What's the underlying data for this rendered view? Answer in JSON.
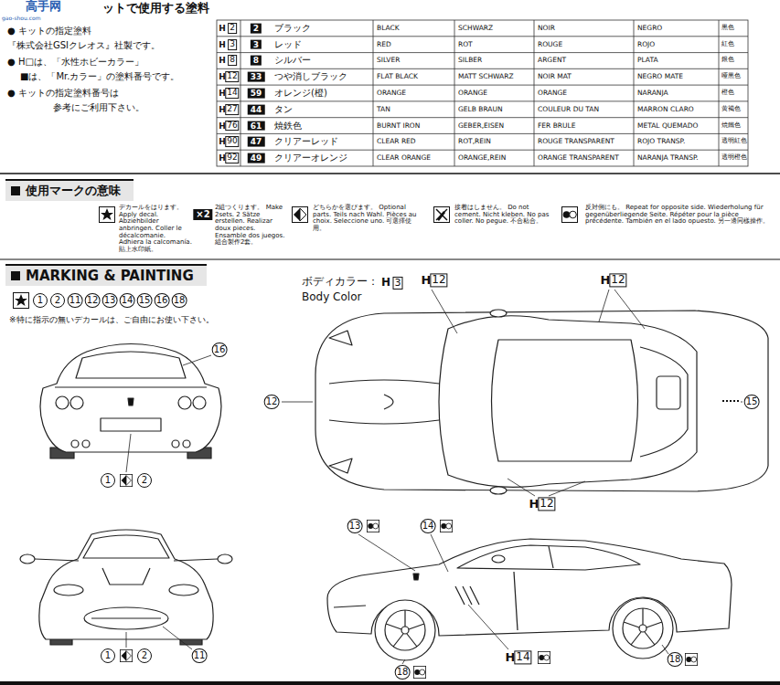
{
  "diagram": {
    "title": "ットで使用する塗料",
    "nodes": [
      {
        "text": [
          "使用マークの意味"
        ]
      },
      {
        "text": [
          "MARKING & PAINTING"
        ]
      }
    ],
    "labels": [
      "高手网",
      "gao-shou.com",
      "● キットの指定塗料",
      "『株式会社GSIクレオス』社製です。",
      "● H□は、「水性ホビーカラー」",
      "■は、「Mr.カラー」の塗料番号です。",
      "● キットの指定塗料番号は",
      "参考にご利用下さい。",
      "H",
      "2",
      "2",
      "ブラック",
      "BLACK",
      "SCHWARZ",
      "NOIR",
      "NEGRO",
      "黒色",
      "H",
      "3",
      "3",
      "レッド",
      "RED",
      "ROT",
      "ROUGE",
      "ROJO",
      "紅色",
      "H",
      "8",
      "8",
      "シルバー",
      "SILVER",
      "SILBER",
      "ARGENT",
      "PLATA",
      "銀色",
      "H",
      "12",
      "33",
      "つや消しブラック",
      "FLAT BLACK",
      "MATT SCHWARZ",
      "NOIR MAT",
      "NEGRO MATE",
      "哑黒色",
      "H",
      "14",
      "59",
      "オレンジ(橙)",
      "ORANGE",
      "ORANGE",
      "ORANGE",
      "NARANJA",
      "橙色",
      "H",
      "27",
      "44",
      "タン",
      "TAN",
      "GELB BRAUN",
      "COULEUR DU TAN",
      "MARRON CLARO",
      "黄褐色",
      "H",
      "76",
      "61",
      "焼鉄色",
      "BURNT IRON",
      "GEBER,EISEN",
      "FER BRULE",
      "METAL QUEMADO",
      "焼鐵色",
      "H",
      "90",
      "47",
      "クリアーレッド",
      "CLEAR RED",
      "ROT,REIN",
      "ROUGE TRANSPARENT",
      "ROJO TRANSP.",
      "透明紅色",
      "H",
      "92",
      "49",
      "クリアーオレンジ",
      "CLEAR ORANGE",
      "ORANGE,REIN",
      "ORANGE TRANSPARENT",
      "NARANJA TRANSP.",
      "透明橙色",
      "ボディカラー：",
      "H",
      "3",
      "Body Color",
      "※特に指示の無いデカールは、ご自由にお使い下さい。",
      "1",
      "2",
      "11",
      "12",
      "13",
      "14",
      "15",
      "16",
      "18",
      "H",
      "12",
      "H",
      "12",
      "12",
      "15",
      "H",
      "12",
      "16",
      "1",
      "2",
      "1",
      "2",
      "11",
      "13",
      "14",
      "18",
      "18",
      "H",
      "14",
      "×2"
    ],
    "legend": [
      {
        "text": "デカールをはります。 Apply decal. Abziehbilder anbringen. Coller le décalcomanie. Adhiera la calcomanía. 貼上水印紙。"
      },
      {
        "text": "2組つくります。 Make 2sets. 2 Sätze erstellen. Realizar doux pieces. Ensamble dos juegos. 組合製作2套。"
      },
      {
        "text": "どちらかを選びます。 Optional parts. Teils nach Wahl. Pièces au choix. Seleccione uno. 可選擇使用。"
      },
      {
        "text": "接着はしません。 Do not cement. Nicht kleben. No pas coller. No pegue. 不合粘合。"
      },
      {
        "text": "反対側にも。 Repeat for opposite side. Wiederholung für gegenüberliegende Seite. Répéter pour la pièce précédente. También en el lado opuesto. 另一邊同樣操作。"
      }
    ]
  }
}
